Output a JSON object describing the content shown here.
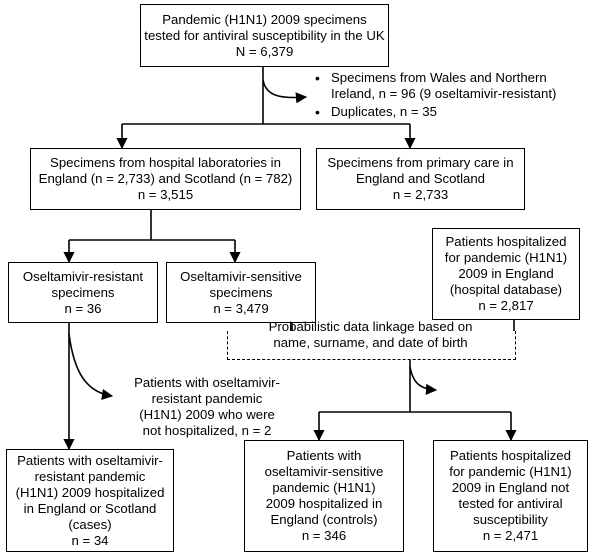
{
  "flowchart": {
    "box_all": {
      "lines": [
        "Pandemic (H1N1) 2009 specimens",
        "tested for antiviral susceptibility in the UK",
        "N = 6,379"
      ]
    },
    "excluded": {
      "items": [
        [
          "Specimens from Wales and Northern",
          "Ireland, n = 96 (9 oseltamivir-resistant)"
        ],
        [
          "Duplicates, n = 35"
        ]
      ]
    },
    "box_hospital": {
      "lines": [
        "Specimens from hospital laboratories in",
        "England (n = 2,733) and Scotland (n = 782)",
        "n = 3,515"
      ]
    },
    "box_primary": {
      "lines": [
        "Specimens from primary care in",
        "England and Scotland",
        "n = 2,733"
      ]
    },
    "box_resistant": {
      "lines": [
        "Oseltamivir-resistant",
        "specimens",
        "n = 36"
      ]
    },
    "box_sensitive": {
      "lines": [
        "Oseltamivir-sensitive",
        "specimens",
        "n = 3,479"
      ]
    },
    "box_hospital_db": {
      "lines": [
        "Patients hospitalized",
        "for pandemic (H1N1)",
        "2009 in England",
        "(hospital database)",
        "n = 2,817"
      ]
    },
    "box_linkage": {
      "lines": [
        "Probabilistic data linkage based on",
        "name, surname, and date of birth"
      ]
    },
    "not_hospitalized_note": {
      "lines": [
        "Patients with oseltamivir-",
        "resistant  pandemic",
        "(H1N1) 2009 who were",
        "not hospitalized, n = 2"
      ]
    },
    "box_cases": {
      "lines": [
        "Patients with oseltamivir-",
        "resistant pandemic",
        "(H1N1) 2009 hospitalized",
        "in England or Scotland",
        "(cases)",
        "n = 34"
      ]
    },
    "box_controls": {
      "lines": [
        "Patients with",
        "oseltamivir-sensitive",
        "pandemic (H1N1)",
        "2009 hospitalized in",
        "England (controls)",
        "n = 346"
      ]
    },
    "box_not_tested": {
      "lines": [
        "Patients hospitalized",
        "for pandemic (H1N1)",
        "2009 in England not",
        "tested for antiviral",
        "susceptibility",
        "n = 2,471"
      ]
    }
  }
}
